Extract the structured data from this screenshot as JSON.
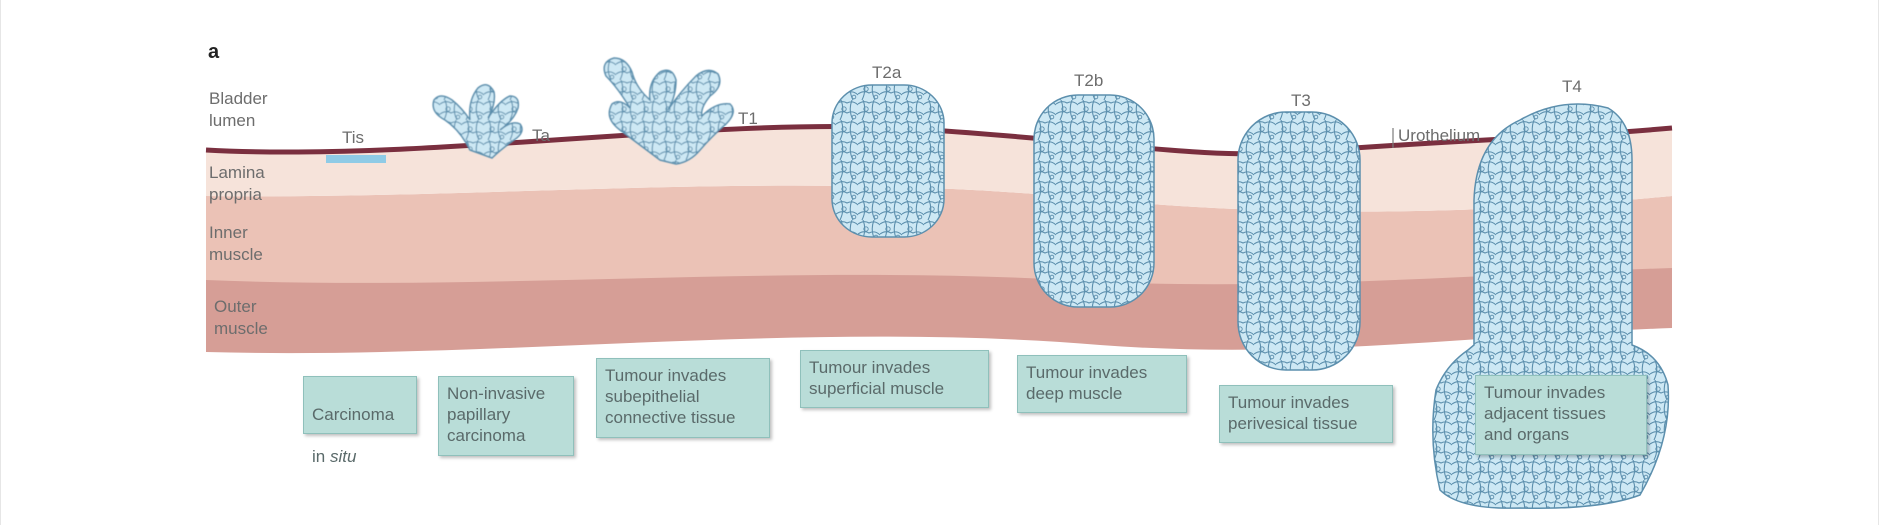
{
  "panel_label": "a",
  "layers": {
    "lumen": [
      "Bladder",
      "lumen"
    ],
    "lamina": [
      "Lamina",
      "propria"
    ],
    "inner": [
      "Inner",
      "muscle"
    ],
    "outer": [
      "Outer",
      "muscle"
    ],
    "urothelium": "Urothelium"
  },
  "stages": {
    "tis": "Tis",
    "ta": "Ta",
    "t1": "T1",
    "t2a": "T2a",
    "t2b": "T2b",
    "t3": "T3",
    "t4": "T4"
  },
  "descriptions": {
    "tis": {
      "line1": "Carcinoma",
      "line2a": "in ",
      "line2b": "situ"
    },
    "ta": "Non-invasive\npapillary\ncarcinoma",
    "t1": "Tumour invades\nsubepithelial\nconnective tissue",
    "t2a": "Tumour invades\nsuperficial muscle",
    "t2b": "Tumour invades\ndeep muscle",
    "t3": "Tumour invades\nperivesical tissue",
    "t4": "Tumour invades\nadjacent tissues\nand organs"
  },
  "colors": {
    "urothelium_line": "#7a2f3f",
    "lamina_propria": "#f6e3da",
    "inner_muscle": "#ebc2b6",
    "outer_muscle": "#d69e96",
    "carcinoma_in_situ": "#8fcbe6",
    "tumour_cell_fill": "#cde8f4",
    "tumour_cell_edge": "#5c8fad",
    "description_box": "#b9ddd8"
  }
}
